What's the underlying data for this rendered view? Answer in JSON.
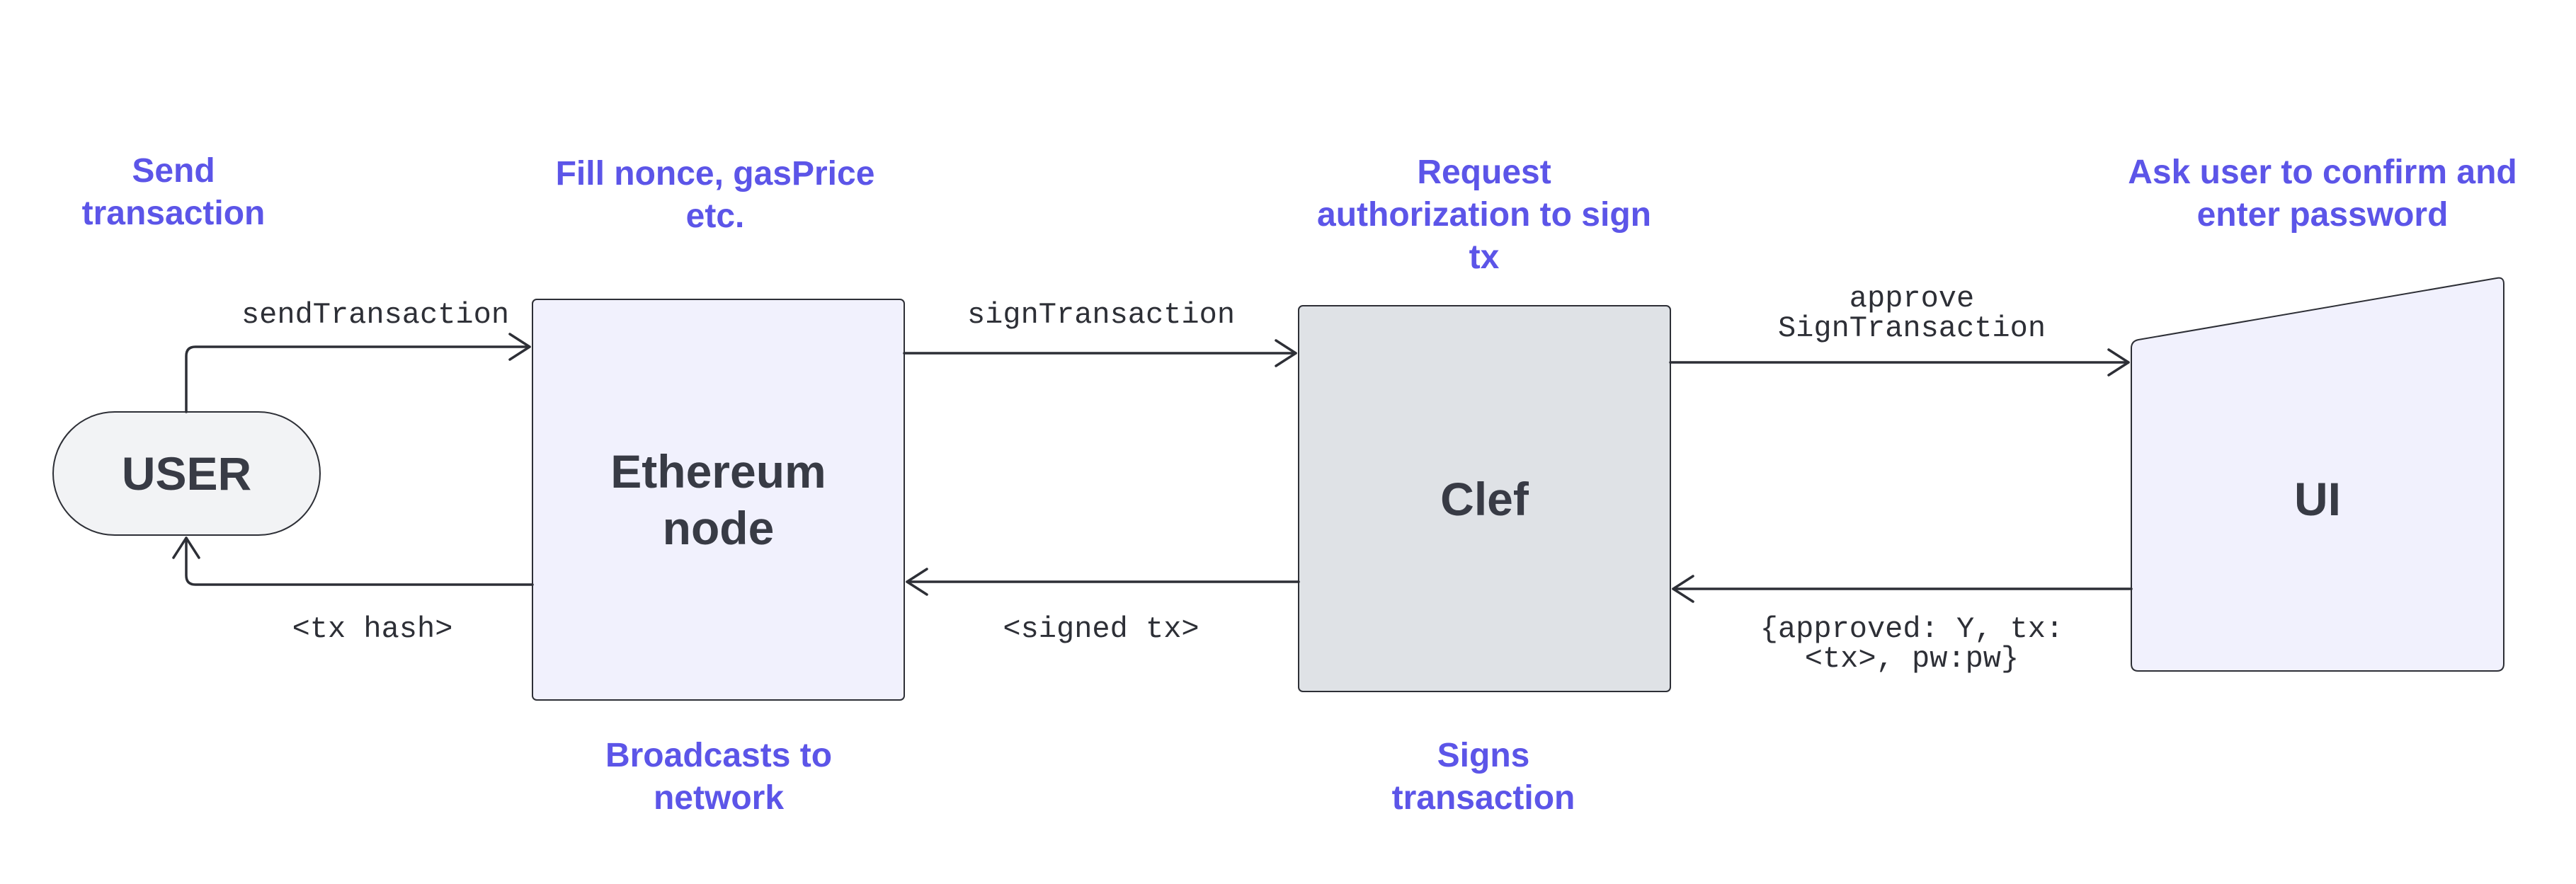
{
  "nodes": {
    "user": "USER",
    "ethereum_node": "Ethereum\nnode",
    "clef": "Clef",
    "ui": "UI"
  },
  "edges": {
    "send_transaction": "sendTransaction",
    "tx_hash": "<tx hash>",
    "sign_transaction": "signTransaction",
    "signed_tx": "<signed tx>",
    "approve_sign_transaction": "approve\nSignTransaction",
    "approved_response": "{approved: Y, tx:\n<tx>, pw:pw}"
  },
  "annotations": {
    "send": "Send\ntransaction",
    "fill": "Fill nonce, gasPrice\netc.",
    "request": "Request\nauthorization to sign\ntx",
    "ask": "Ask user to confirm and\nenter password",
    "broadcast": "Broadcasts to\nnetwork",
    "signs": "Signs\ntransaction"
  },
  "colors": {
    "annotation": "#5c55e8",
    "node_label": "#383b45",
    "line": "#2d2f36",
    "user_fill": "#f2f3f5",
    "ethereum_fill": "#f1f1fd",
    "clef_fill": "#dfe2e6",
    "ui_fill": "#f1f1fd"
  }
}
